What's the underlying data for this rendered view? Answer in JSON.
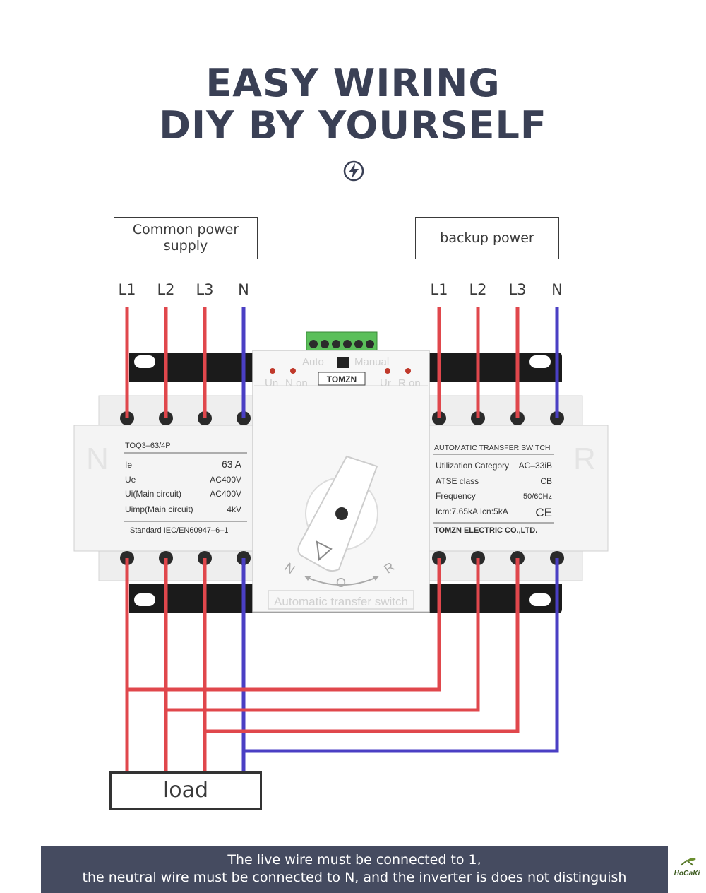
{
  "title": {
    "line1": "EASY WIRING",
    "line2": "DIY BY YOURSELF"
  },
  "icons": {
    "header": "lightning-bolt-icon",
    "brand": "house-leaf-logo"
  },
  "sources": {
    "common": {
      "label": "Common power supply",
      "line1": "Common power",
      "line2": "supply",
      "terminals": [
        "L1",
        "L2",
        "L3",
        "N"
      ]
    },
    "backup": {
      "label": "backup power",
      "terminals": [
        "L1",
        "L2",
        "L3",
        "N"
      ]
    }
  },
  "load_label": "load",
  "device": {
    "brand": "TOMZN",
    "mode_labels": {
      "auto": "Auto",
      "manual": "Manual"
    },
    "indicators": {
      "un": "Un",
      "non": "N on",
      "ur": "Ur",
      "ron": "R on"
    },
    "side_letters": {
      "left": "N",
      "right": "R"
    },
    "left_panel": {
      "model": "TOQ3–63/4P",
      "rows": [
        {
          "key": "Ie",
          "value": "63 A"
        },
        {
          "key": "Ue",
          "value": "AC400V"
        },
        {
          "key": "Ui(Main circuit)",
          "value": "AC400V"
        },
        {
          "key": "Uimp(Main circuit)",
          "value": "4kV"
        }
      ],
      "standard": "Standard IEC/EN60947–6–1"
    },
    "right_panel": {
      "heading": "AUTOMATIC TRANSFER SWITCH",
      "rows": [
        {
          "key": "Utilization Category",
          "value": "AC–33iB"
        },
        {
          "key": "ATSE class",
          "value": "CB"
        },
        {
          "key": "Frequency",
          "value": "50/60Hz"
        },
        {
          "key": "Icm:7.65kA Icn:5kA",
          "value": "CE"
        }
      ],
      "maker": "TOMZN ELECTRIC CO.,LTD."
    },
    "dial_positions": {
      "n": "N",
      "o": "O",
      "r": "R"
    },
    "front_caption": "Automatic transfer switch"
  },
  "footer": {
    "line1": "The live wire must be connected to 1,",
    "line2": "the neutral wire must be connected to N, and the inverter is does not distinguish"
  },
  "brand_text": "HoGaKi",
  "colors": {
    "live_wire": "#e0474c",
    "neutral_wire": "#4a3fc4",
    "title": "#3a4055",
    "footer_bg": "#454b60"
  }
}
